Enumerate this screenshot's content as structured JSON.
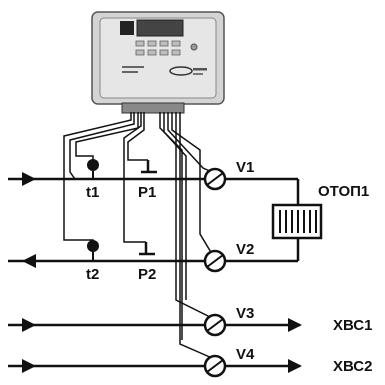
{
  "labels": {
    "t1": "t1",
    "t2": "t2",
    "p1": "P1",
    "p2": "P2",
    "v1": "V1",
    "v2": "V2",
    "v3": "V3",
    "v4": "V4",
    "heating": "ОТОП1",
    "hws1": "ХВС1",
    "hws2": "ХВС2"
  }
}
